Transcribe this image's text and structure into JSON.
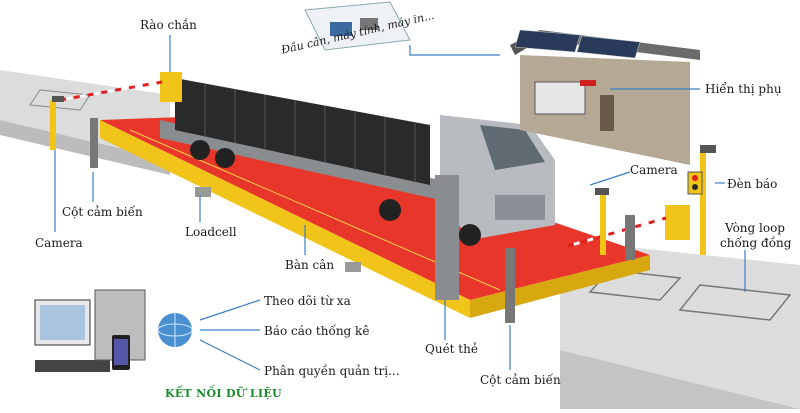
{
  "labels": {
    "rao_chan": "Rào chắn",
    "office": "Đầu cân, máy tính, máy in...",
    "hien_thi_phu": "Hiển thị phụ",
    "camera_right": "Camera",
    "den_bao": "Đèn báo",
    "vong_loop": "Vòng loop",
    "chong_dong": "chống đồng",
    "cot_cam_bien_left": "Cột cảm biến",
    "camera_left": "Camera",
    "loadcell": "Loadcell",
    "ban_can": "Bàn cân",
    "theo_doi": "Theo dõi từ xa",
    "bao_cao": "Báo cáo thống kê",
    "phan_quyen": "Phân quyền quản trị...",
    "quet_the": "Quét thẻ",
    "cot_cam_bien_bottom": "Cột cảm biến",
    "ket_noi": "KẾT NỐI DỮ LIỆU"
  },
  "colors": {
    "platform_red": "#e8362b",
    "frame_yellow": "#f0c419",
    "road_grey": "#d9d9d9",
    "callout_blue": "#3b7fc4",
    "cargo_black": "#2a2a2a",
    "truck_silver": "#b8bcc0",
    "accent_green": "#1a8a2a"
  },
  "icons": [
    "barrier-gate",
    "camera-icon",
    "traffic-light-icon",
    "globe-icon",
    "computer-icon",
    "phone-icon",
    "solar-panel-icon"
  ]
}
